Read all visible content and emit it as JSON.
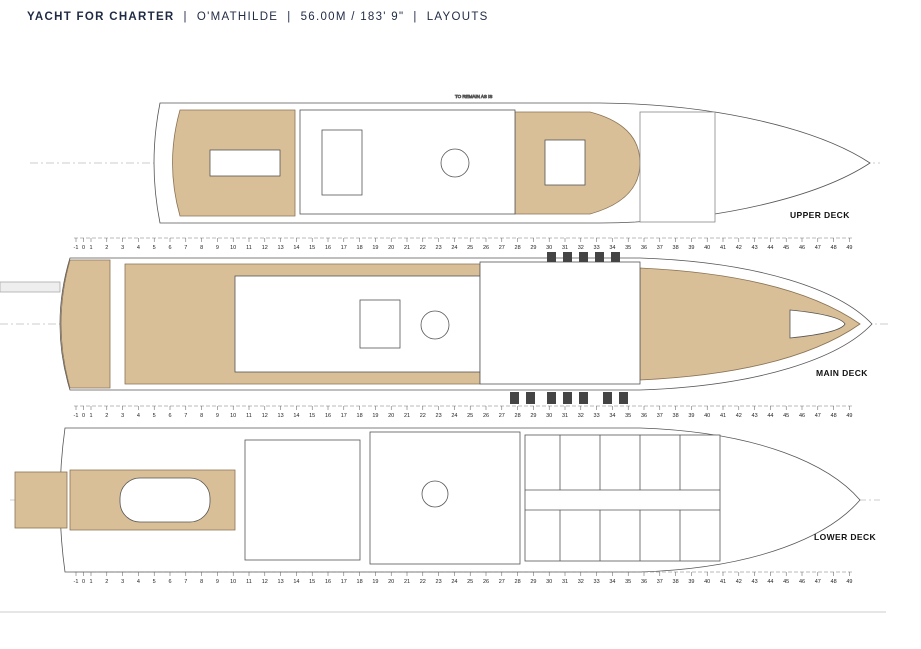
{
  "header": {
    "category": "YACHT FOR CHARTER",
    "name": "O'MATHILDE",
    "length": "56.00M / 183' 9\"",
    "section": "LAYOUTS",
    "separator": "|"
  },
  "decks": {
    "upper": {
      "label": "UPPER DECK",
      "note": "TO REMAIN AS IS"
    },
    "main": {
      "label": "MAIN DECK"
    },
    "lower": {
      "label": "LOWER DECK"
    }
  },
  "frames": [
    "-1",
    "0",
    "1",
    "2",
    "3",
    "4",
    "5",
    "6",
    "7",
    "8",
    "9",
    "10",
    "11",
    "12",
    "13",
    "14",
    "15",
    "16",
    "17",
    "18",
    "19",
    "20",
    "21",
    "22",
    "23",
    "24",
    "25",
    "26",
    "27",
    "28",
    "29",
    "30",
    "31",
    "32",
    "33",
    "34",
    "35",
    "36",
    "37",
    "38",
    "39",
    "40",
    "41",
    "42",
    "43",
    "44",
    "45",
    "46",
    "47",
    "48",
    "49"
  ],
  "colors": {
    "teak": "#d9bf97",
    "line": "#555555",
    "accent": "#1f2a44",
    "note": "#1a3fbf"
  }
}
